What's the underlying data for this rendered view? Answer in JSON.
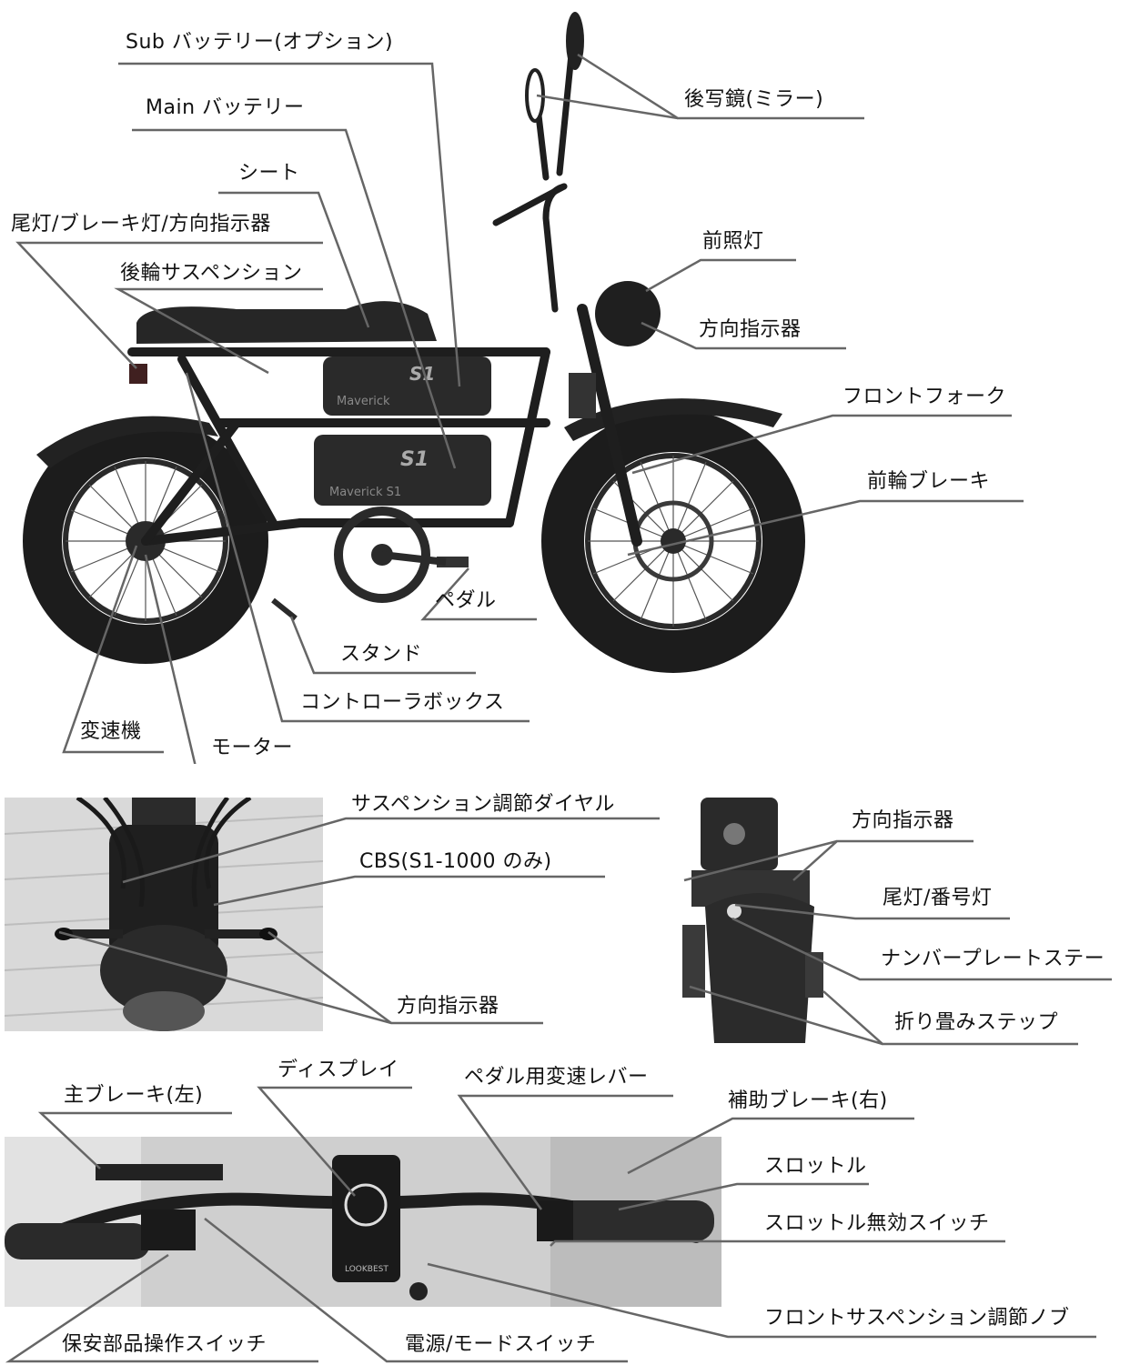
{
  "bike_labels": {
    "sub_battery": "Sub バッテリー(オプション)",
    "main_battery": "Main バッテリー",
    "seat": "シート",
    "tail_brake_turn": "尾灯/ブレーキ灯/方向指示器",
    "rear_suspension": "後輪サスペンション",
    "mirror": "後写鏡(ミラー)",
    "headlight": "前照灯",
    "turn_signal": "方向指示器",
    "front_fork": "フロントフォーク",
    "front_brake": "前輪ブレーキ",
    "pedal": "ペダル",
    "stand": "スタンド",
    "controller_box": "コントローラボックス",
    "transmission": "変速機",
    "motor": "モーター"
  },
  "front_detail_labels": {
    "suspension_dial": "サスペンション調節ダイヤル",
    "cbs": "CBS(S1-1000 のみ)",
    "turn_signal": "方向指示器"
  },
  "rear_detail_labels": {
    "turn_signal": "方向指示器",
    "tail_number_light": "尾灯/番号灯",
    "plate_stay": "ナンバープレートステー",
    "folding_step": "折り畳みステップ"
  },
  "handlebar_labels": {
    "main_brake_left": "主ブレーキ(左)",
    "display": "ディスプレイ",
    "pedal_shift_lever": "ペダル用変速レバー",
    "aux_brake_right": "補助ブレーキ(右)",
    "throttle": "スロットル",
    "throttle_disable": "スロットル無効スイッチ",
    "front_susp_knob": "フロントサスペンション調節ノブ",
    "safety_switch": "保安部品操作スイッチ",
    "power_mode_switch": "電源/モードスイッチ"
  },
  "brand_marks": {
    "battery_text_1": "Maverick",
    "battery_text_2": "Maverick S1",
    "battery_logo": "S1",
    "display_brand": "LOOKBEST"
  },
  "colors": {
    "leader_line": "#666666",
    "bike_black": "#1b1b1b"
  }
}
